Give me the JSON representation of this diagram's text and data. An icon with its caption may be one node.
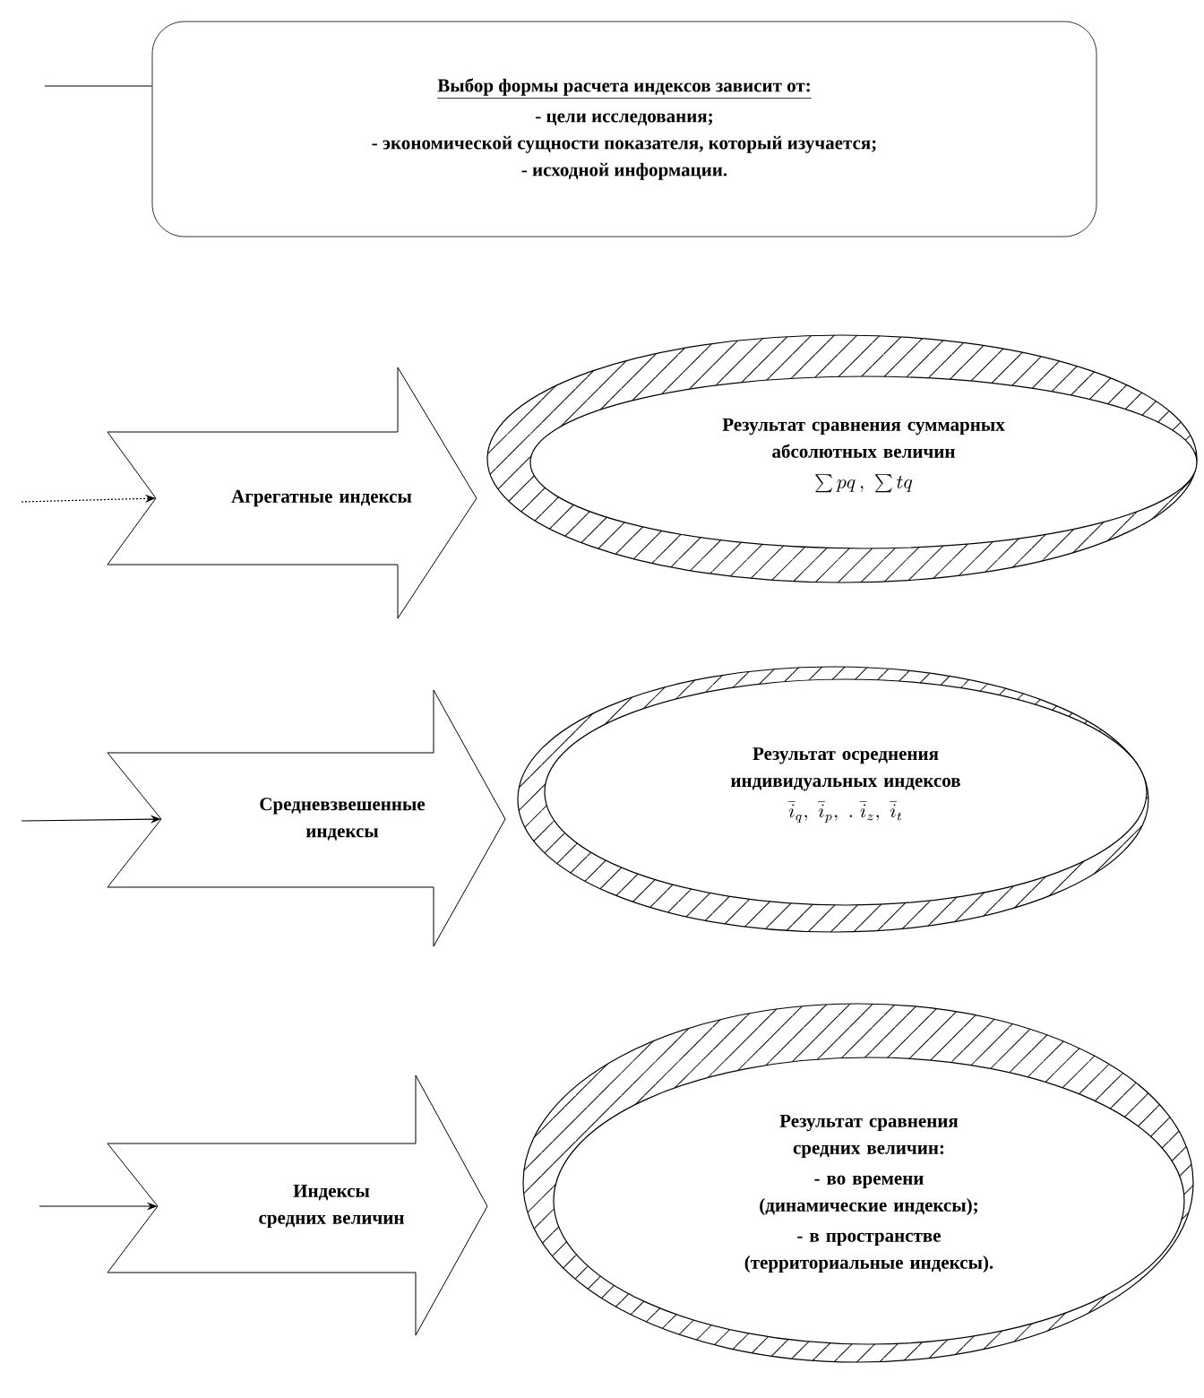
{
  "diagram": {
    "nodes": [
      {
        "text": [
          "Выбор формы расчета индексов зависит от:",
          "- цели исследования;",
          "- экономической сущности показателя, который изучается;",
          "- исходной информации."
        ]
      },
      {
        "text": [
          "Агрегатные индексы"
        ]
      },
      {
        "text": [
          "Результат сравнения суммарных абсолютных величин",
          "\\sum pq\\,,\\ \\sum tq"
        ]
      },
      {
        "text": [
          "Средневзвешенные индексы"
        ]
      },
      {
        "text": [
          "Результат осреднения индивидуальных индексов",
          "\\bar{i}_q,\\ \\bar{i}_p,\\ .\\ \\bar{i}_z,\\ \\bar{i}_t"
        ]
      },
      {
        "text": [
          "Индексы средних величин"
        ]
      },
      {
        "text": [
          "Результат сравнения средних величин:",
          "- во времени (динамические индексы);",
          "- в пространстве (территориальные индексы)."
        ]
      }
    ],
    "edges": [
      {
        "from": null,
        "to": 0,
        "arrow": "none"
      },
      {
        "from": null,
        "to": 1,
        "arrow": "to",
        "style": "dashed"
      },
      {
        "from": null,
        "to": 3,
        "arrow": "to"
      },
      {
        "from": null,
        "to": 5,
        "arrow": "to"
      }
    ]
  }
}
